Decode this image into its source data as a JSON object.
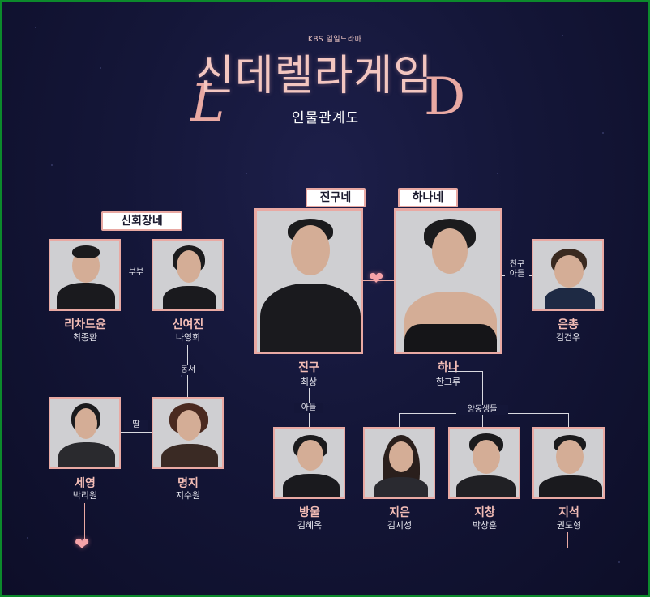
{
  "header": {
    "kbs_logo": "KBS 일일드라마",
    "title": "신데렐라게임",
    "subtitle": "인물관계도"
  },
  "groups": {
    "shin": "신회장네",
    "jingu": "진구네",
    "hana": "하나네"
  },
  "relations": {
    "couple": "부부",
    "son_in_law": "동서",
    "daughter": "딸",
    "son": "아들",
    "jingu_son": "친구\n아들",
    "adopted_siblings": "양동생들"
  },
  "people": [
    {
      "id": "richard",
      "name": "리차드윤",
      "actor": "최종환"
    },
    {
      "id": "yeojin",
      "name": "신여진",
      "actor": "나영희"
    },
    {
      "id": "seyoung",
      "name": "세영",
      "actor": "박리원"
    },
    {
      "id": "myungji",
      "name": "명지",
      "actor": "지수원"
    },
    {
      "id": "jingu",
      "name": "진구",
      "actor": "최상"
    },
    {
      "id": "hana",
      "name": "하나",
      "actor": "한그루"
    },
    {
      "id": "eunchong",
      "name": "은총",
      "actor": "김건우"
    },
    {
      "id": "bangul",
      "name": "방울",
      "actor": "김혜옥"
    },
    {
      "id": "jieun",
      "name": "지은",
      "actor": "김지성"
    },
    {
      "id": "jichang",
      "name": "지창",
      "actor": "박창훈"
    },
    {
      "id": "jiseok",
      "name": "지석",
      "actor": "권도형"
    }
  ],
  "colors": {
    "accent_pink": "#e9a9a3",
    "background": "#141638",
    "border_frame": "#0c8a2c"
  },
  "icons": [
    "heart-icon"
  ]
}
